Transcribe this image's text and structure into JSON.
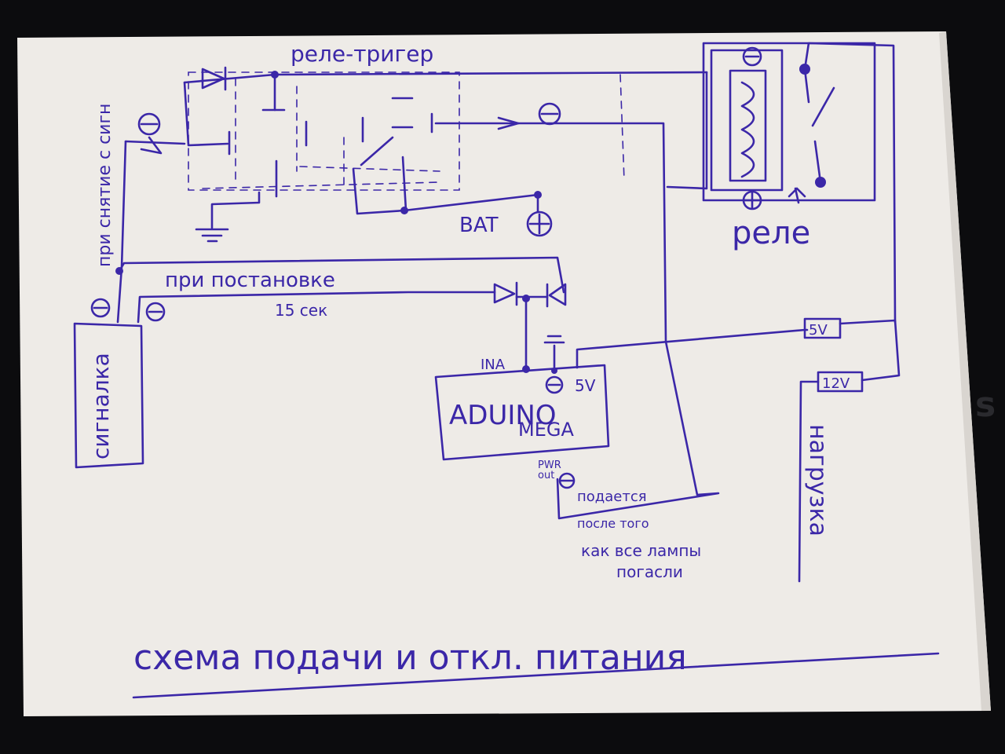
{
  "diagram": {
    "ink_color": "#3b27a8",
    "paper_color": "#eeebe7",
    "background_color": "#0c0c0e",
    "labels": {
      "relay_trigger": "реле-тригер",
      "battery": "BAT",
      "relay": "реле",
      "on_removal": "при снятие с сигн",
      "on_arming": "при постановке",
      "delay": "15 сек",
      "alarm": "сигналка",
      "ina": "INA",
      "board_name": "ADUINO",
      "board_model": "MEGA",
      "board_5v": "5V",
      "pwr_out": "PWR",
      "pwr_out2": "out",
      "supplied": "подается",
      "after_that": "после того",
      "how_lamps": "как все лампы",
      "went_out": "погасли",
      "v5": "5V",
      "v12": "12V",
      "load": "нагрузка",
      "title": "схема подачи и откл. питания"
    },
    "symbols": [
      "minus-symbol",
      "plus-symbol",
      "diode",
      "ground",
      "relay-coil",
      "relay-contact"
    ]
  }
}
